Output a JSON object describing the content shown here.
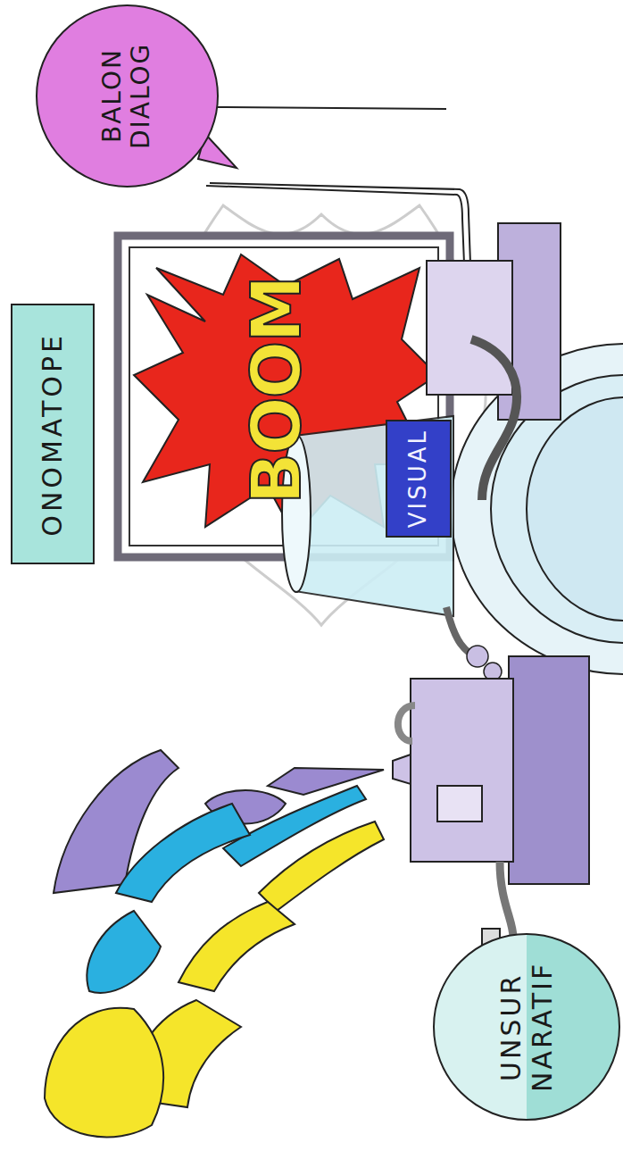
{
  "diagram": {
    "nodes": [
      {
        "text": [
          "ONOMATOPE"
        ]
      },
      {
        "text": [
          "BALON DIALOG"
        ]
      },
      {
        "text": [
          "BOOM"
        ]
      },
      {
        "text": [
          "VISUAL"
        ]
      },
      {
        "text": [
          "UNSUR NARATIF"
        ]
      }
    ]
  }
}
